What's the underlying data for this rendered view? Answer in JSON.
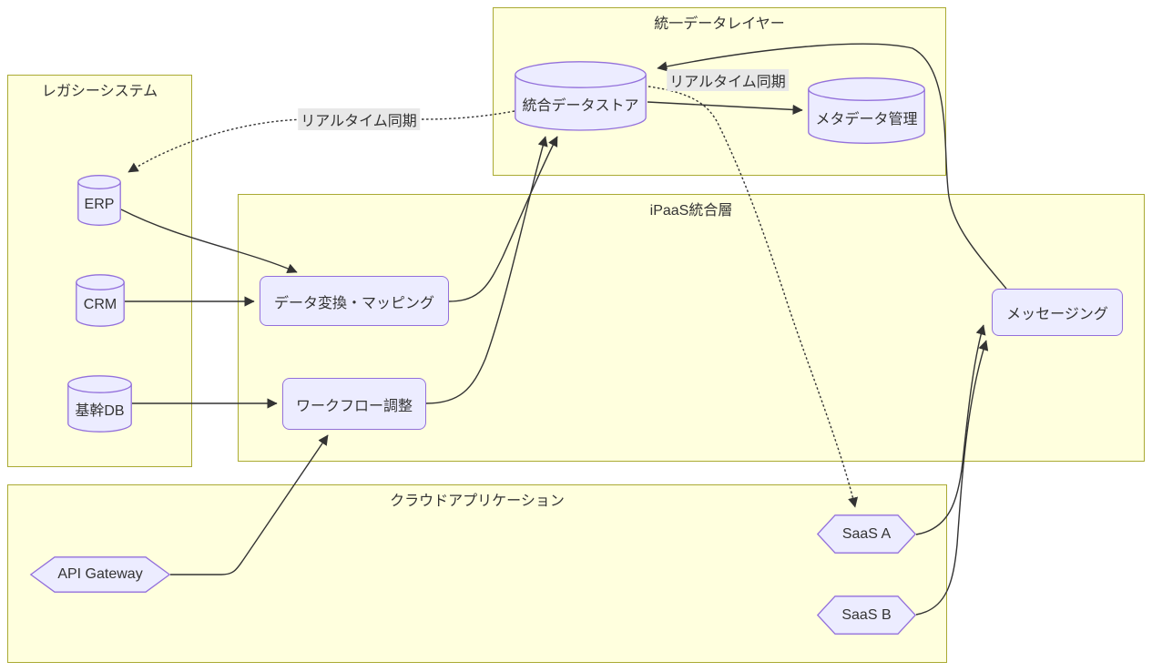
{
  "diagram": {
    "colors": {
      "node_fill": "#ECECFF",
      "node_border": "#9370DB",
      "cluster_fill": "#FFFFDE",
      "cluster_border": "#AAAA33",
      "edge": "#333333",
      "edge_label_bg": "#E8E8E8",
      "text": "#333333"
    },
    "clusters": {
      "unified_data_layer": {
        "title": "統一データレイヤー"
      },
      "legacy_system": {
        "title": "レガシーシステム"
      },
      "ipaas_layer": {
        "title": "iPaaS統合層"
      },
      "cloud_apps": {
        "title": "クラウドアプリケーション"
      }
    },
    "nodes": {
      "datastore": {
        "label": "統合データストア",
        "shape": "cylinder"
      },
      "metadata": {
        "label": "メタデータ管理",
        "shape": "cylinder"
      },
      "erp": {
        "label": "ERP",
        "shape": "cylinder"
      },
      "crm": {
        "label": "CRM",
        "shape": "cylinder"
      },
      "coredb": {
        "label": "基幹DB",
        "shape": "cylinder"
      },
      "transform": {
        "label": "データ変換・マッピング",
        "shape": "rounded-rect"
      },
      "workflow": {
        "label": "ワークフロー調整",
        "shape": "rounded-rect"
      },
      "messaging": {
        "label": "メッセージング",
        "shape": "rounded-rect"
      },
      "api_gateway": {
        "label": "API Gateway",
        "shape": "hexagon"
      },
      "saas_a": {
        "label": "SaaS A",
        "shape": "hexagon"
      },
      "saas_b": {
        "label": "SaaS B",
        "shape": "hexagon"
      }
    },
    "edge_labels": {
      "realtime_sync_left": "リアルタイム同期",
      "realtime_sync_right": "リアルタイム同期"
    },
    "edges": [
      {
        "from": "ERP",
        "to": "データ変換・マッピング",
        "style": "solid"
      },
      {
        "from": "CRM",
        "to": "データ変換・マッピング",
        "style": "solid"
      },
      {
        "from": "基幹DB",
        "to": "ワークフロー調整",
        "style": "solid"
      },
      {
        "from": "データ変換・マッピング",
        "to": "統合データストア",
        "style": "solid"
      },
      {
        "from": "ワークフロー調整",
        "to": "統合データストア",
        "style": "solid"
      },
      {
        "from": "統合データストア",
        "to": "メタデータ管理",
        "style": "solid"
      },
      {
        "from": "統合データストア",
        "to": "ERP",
        "style": "dotted",
        "label": "リアルタイム同期"
      },
      {
        "from": "統合データストア",
        "to": "SaaS A",
        "style": "dotted",
        "label": "リアルタイム同期"
      },
      {
        "from": "メッセージング",
        "to": "統合データストア",
        "style": "solid"
      },
      {
        "from": "SaaS A",
        "to": "メッセージング",
        "style": "solid"
      },
      {
        "from": "SaaS B",
        "to": "メッセージング",
        "style": "solid"
      },
      {
        "from": "API Gateway",
        "to": "ワークフロー調整",
        "style": "solid"
      }
    ]
  }
}
